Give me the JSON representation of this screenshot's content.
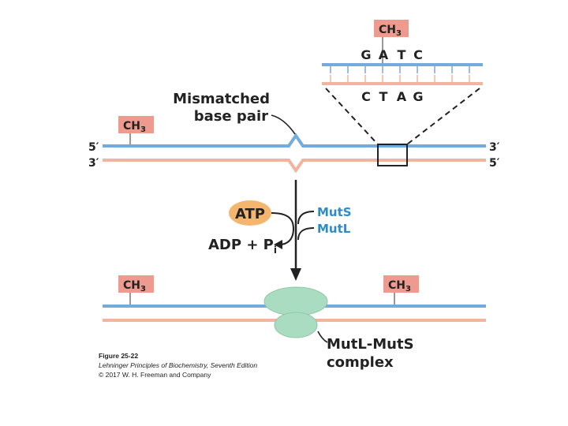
{
  "colors": {
    "blue_strand": "#74ABDA",
    "salmon_strand": "#F2B49E",
    "methyl_box": "#EE9A8F",
    "atp_fill": "#F4B66E",
    "complex_fill": "#A9DCC0",
    "mut_label": "#2E8BC9",
    "text": "#222222"
  },
  "methyl": "CH",
  "methyl_sub": "3",
  "top_seq": [
    "G",
    "A",
    "T",
    "C"
  ],
  "bottom_seq": [
    "C",
    "T",
    "A",
    "G"
  ],
  "mismatch_label": {
    "line1": "Mismatched",
    "line2": "base pair"
  },
  "ends": {
    "left_top": "5′",
    "left_bottom": "3′",
    "right_top": "3′",
    "right_bottom": "5′"
  },
  "atp": "ATP",
  "adp": "ADP + P",
  "adp_sub": "i",
  "muts": "MutS",
  "mutl": "MutL",
  "complex_label": {
    "line1": "MutL-MutS",
    "line2": "complex"
  },
  "caption": {
    "figure": "Figure 25-22",
    "book": "Lehninger Principles of Biochemistry, Seventh Edition",
    "copyright": "© 2017 W. H. Freeman and Company"
  }
}
